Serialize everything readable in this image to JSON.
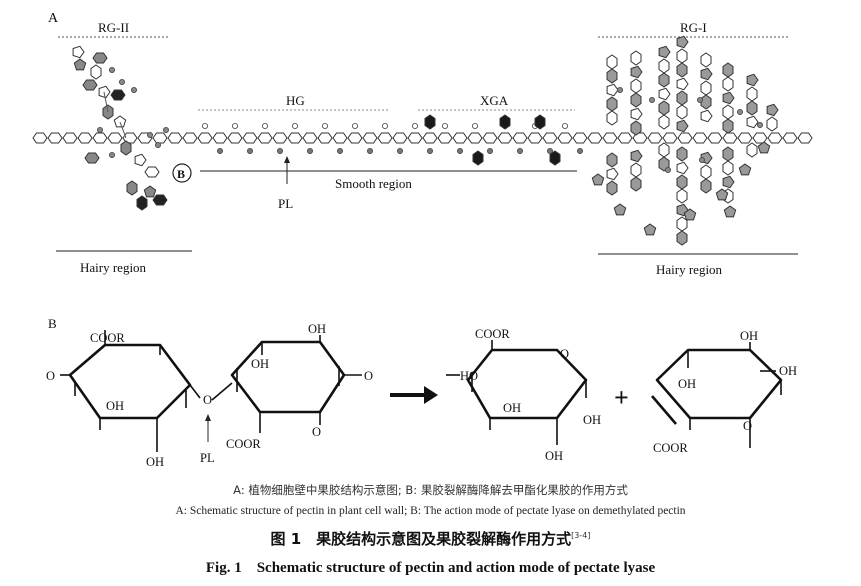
{
  "panel_a": {
    "label": "A",
    "rg2": "RG-II",
    "rg1": "RG-I",
    "hg": "HG",
    "xga": "XGA",
    "b_marker": "B",
    "smooth": "Smooth region",
    "pl": "PL",
    "hairy_left": "Hairy region",
    "hairy_right": "Hairy region"
  },
  "panel_b": {
    "label": "B",
    "coor_1": "COOR",
    "oh_1": "OH",
    "oh_2": "OH",
    "o_left": "O",
    "o_bridge": "O",
    "oh_3": "OH",
    "o_ring2": "O",
    "o_end": "O",
    "coor_2": "COOR",
    "oh_4": "OH",
    "pl": "PL",
    "coor_3": "COOR",
    "ho": "HO",
    "o_ring3": "O",
    "oh_5": "OH",
    "oh_6": "OH",
    "oh_7": "OH",
    "plus": "+",
    "oh_8": "OH",
    "oh_9": "OH",
    "oh_10": "OH",
    "o_ring4": "O",
    "coor_4": "COOR"
  },
  "caption": {
    "cn": "A: 植物细胞壁中果胶结构示意图; B: 果胶裂解酶降解去甲酯化果胶的作用方式",
    "en": "A: Schematic structure of pectin in plant cell wall; B: The action mode of pectate lyase on demethylated pectin",
    "title_cn": "图 1　果胶结构示意图及果胶裂解酶作用方式",
    "title_cn_ref": "[3-4]",
    "title_en": "Fig. 1　Schematic structure of pectin and action mode of pectate lyase"
  },
  "colors": {
    "line": "#222222",
    "ring_fill": "#ffffff",
    "gray": "#8c8c8c",
    "dark": "#1a1a1a"
  }
}
